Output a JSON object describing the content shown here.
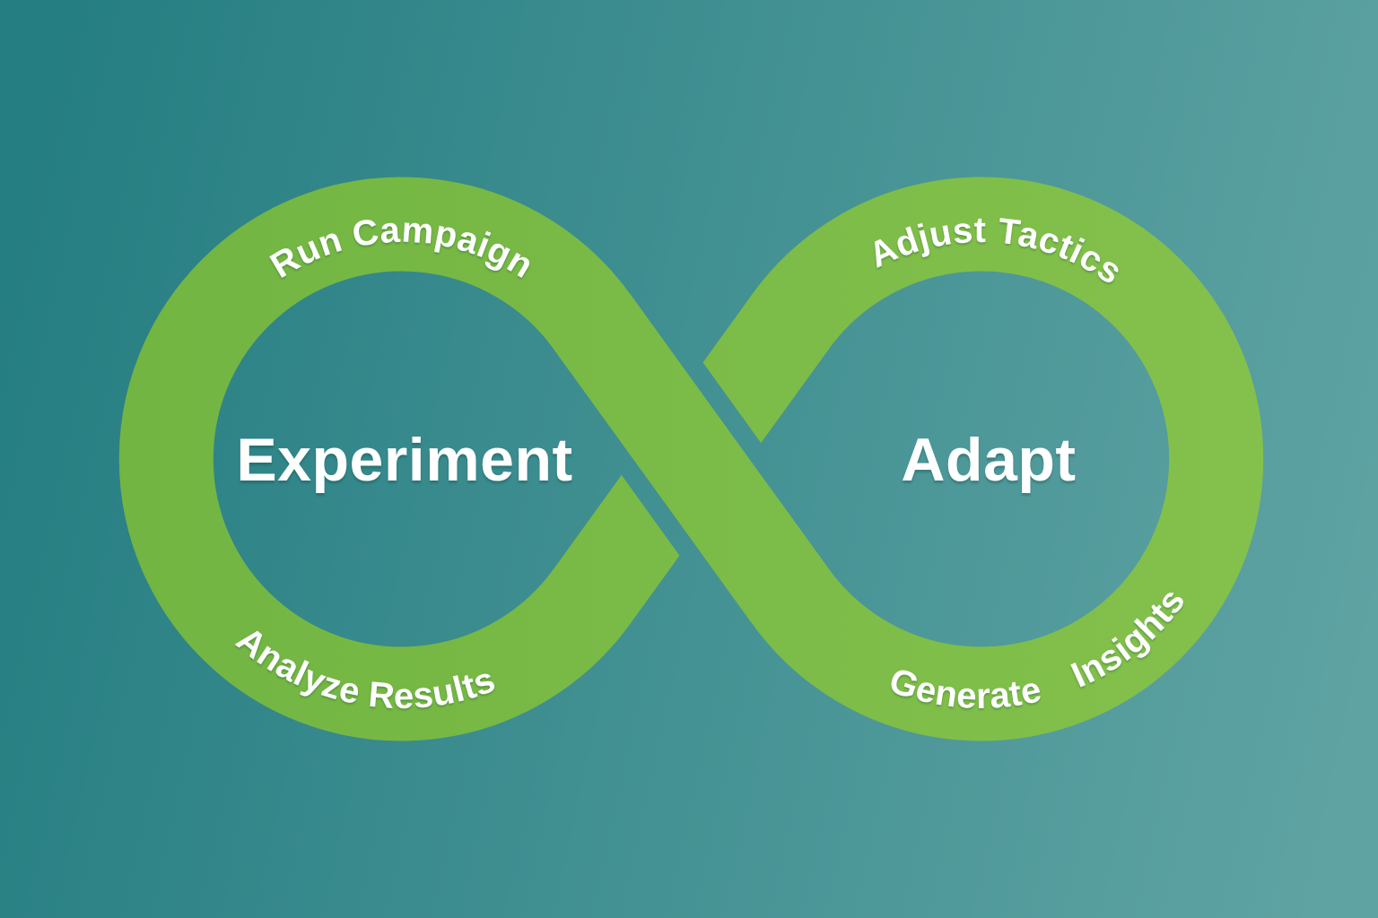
{
  "diagram": {
    "type": "infinity-loop-process",
    "left_loop": {
      "center_label": "Experiment",
      "top_arc_label": "Run Campaign",
      "bottom_arc_label": "Analyze Results"
    },
    "right_loop": {
      "center_label": "Adapt",
      "top_arc_label": "Adjust Tactics",
      "bottom_arc_label": "Generate Insights"
    },
    "colors": {
      "background_gradient_start": "#257e82",
      "background_gradient_end": "#5fa3a3",
      "band_gradient_start": "#72b542",
      "band_gradient_end": "#84c14c",
      "label_text": "#ffffff"
    }
  }
}
